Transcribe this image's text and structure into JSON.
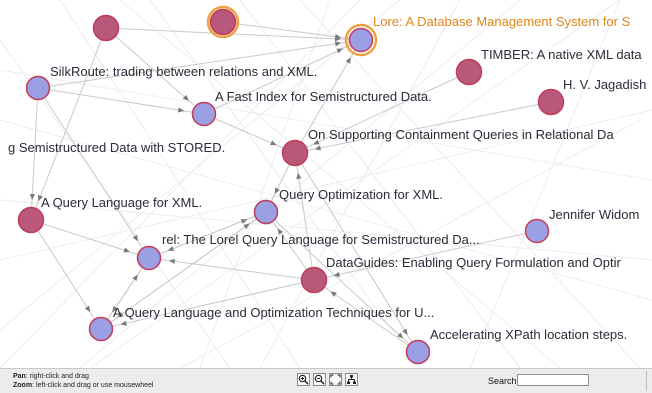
{
  "graph": {
    "nodes": [
      {
        "id": "n1",
        "label": "",
        "type": "red",
        "highlighted": false
      },
      {
        "id": "n2",
        "label": "",
        "type": "red",
        "highlighted": true
      },
      {
        "id": "n3",
        "label": "Lore: A Database Management System for S",
        "type": "blue",
        "highlighted": true
      },
      {
        "id": "n4",
        "label": "SilkRoute: trading between relations and XML.",
        "type": "blue",
        "highlighted": false
      },
      {
        "id": "n5",
        "label": "TIMBER: A native XML data",
        "type": "red",
        "highlighted": false
      },
      {
        "id": "n6",
        "label": "H. V. Jagadish",
        "type": "red",
        "highlighted": false
      },
      {
        "id": "n7",
        "label": "A Fast Index for Semistructured Data.",
        "type": "blue",
        "highlighted": false
      },
      {
        "id": "n8",
        "label": "g Semistructured Data with STORED.",
        "type": "none",
        "highlighted": false
      },
      {
        "id": "n9",
        "label": "On Supporting Containment Queries in Relational Da",
        "type": "red",
        "highlighted": false
      },
      {
        "id": "n10",
        "label": "A Query Language for XML.",
        "type": "red",
        "highlighted": false
      },
      {
        "id": "n11",
        "label": "Query Optimization for XML.",
        "type": "blue",
        "highlighted": false
      },
      {
        "id": "n12",
        "label": "Jennifer Widom",
        "type": "blue",
        "highlighted": false
      },
      {
        "id": "n13",
        "label": "rel: The Lorel Query Language for Semistructured Da...",
        "type": "blue",
        "highlighted": false
      },
      {
        "id": "n14",
        "label": "DataGuides: Enabling Query Formulation and Optir",
        "type": "red",
        "highlighted": false
      },
      {
        "id": "n15",
        "label": "A Query Language and Optimization Techniques for U...",
        "type": "blue",
        "highlighted": false
      },
      {
        "id": "n16",
        "label": "Accelerating XPath location steps.",
        "type": "blue",
        "highlighted": false
      }
    ],
    "colors": {
      "blue_fill": "#9b9fe3",
      "red_fill": "#b8587a",
      "node_stroke": "#c23b57",
      "highlight_ring": "#f0a040",
      "edge": "#c9c9c9",
      "arrow": "#7a7a7a",
      "label": "#2b2b3a",
      "highlight_label": "#e0861a"
    }
  },
  "controls": {
    "pan_label": "Pan",
    "pan_text": ": right-click and drag",
    "zoom_label": "Zoom",
    "zoom_text": ": left-click and drag or use mousewheel",
    "tools": [
      {
        "name": "zoom-in-icon",
        "title": "zoom in"
      },
      {
        "name": "zoom-out-icon",
        "title": "zoom out"
      },
      {
        "name": "fit-screen-icon",
        "title": "fit to screen"
      },
      {
        "name": "layout-tree-icon",
        "title": "layout"
      }
    ],
    "search_label": "Search",
    "search_value": "",
    "search_placeholder": ""
  }
}
